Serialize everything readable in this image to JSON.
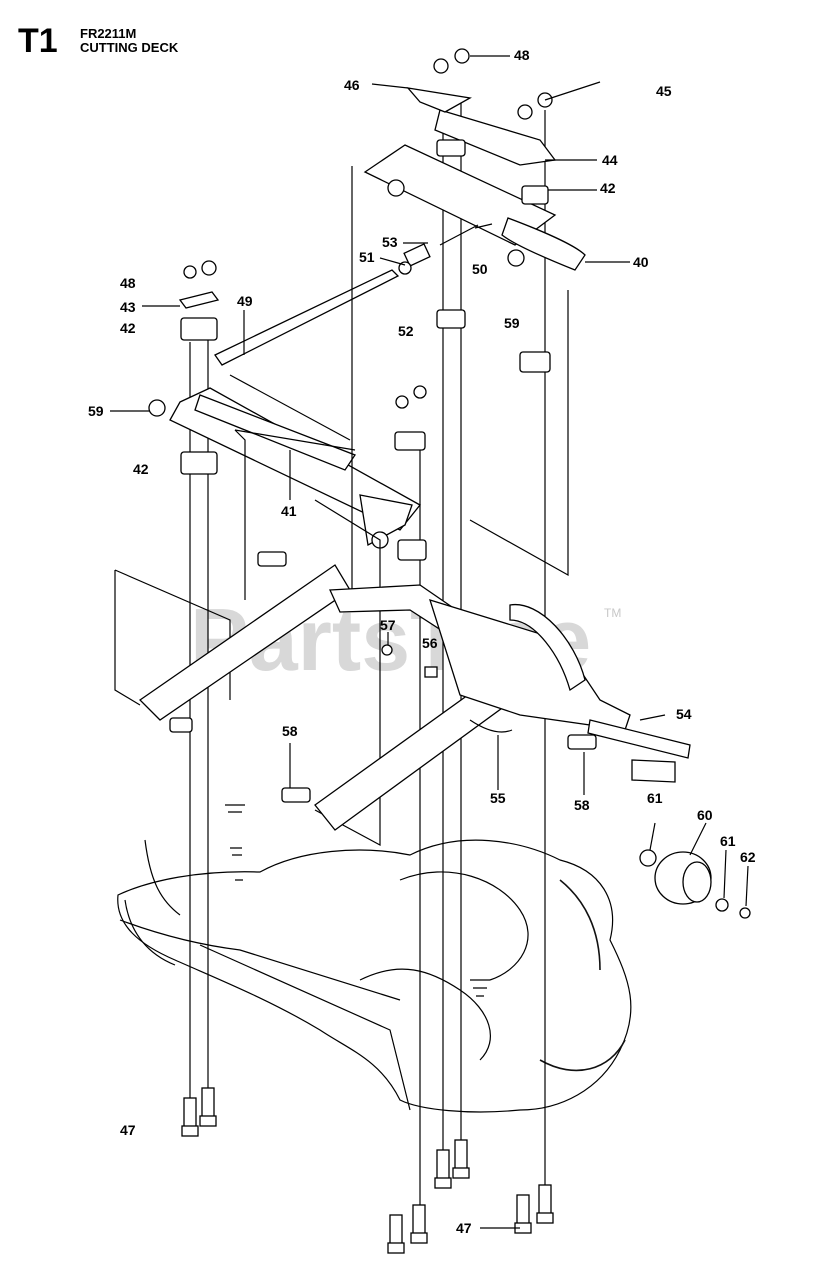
{
  "header": {
    "section_code": "T1",
    "model": "FR2211M",
    "title": "CUTTING DECK"
  },
  "watermark": {
    "text": "PartsTree",
    "trademark": "TM"
  },
  "callouts": [
    {
      "id": "48",
      "label": "48"
    },
    {
      "id": "46",
      "label": "46"
    },
    {
      "id": "45",
      "label": "45"
    },
    {
      "id": "44",
      "label": "44"
    },
    {
      "id": "42a",
      "label": "42"
    },
    {
      "id": "53",
      "label": "53"
    },
    {
      "id": "51",
      "label": "51"
    },
    {
      "id": "50",
      "label": "50"
    },
    {
      "id": "40",
      "label": "40"
    },
    {
      "id": "48b",
      "label": "48"
    },
    {
      "id": "43",
      "label": "43"
    },
    {
      "id": "42b",
      "label": "42"
    },
    {
      "id": "49",
      "label": "49"
    },
    {
      "id": "52",
      "label": "52"
    },
    {
      "id": "59a",
      "label": "59"
    },
    {
      "id": "59b",
      "label": "59"
    },
    {
      "id": "42c",
      "label": "42"
    },
    {
      "id": "41",
      "label": "41"
    },
    {
      "id": "57",
      "label": "57"
    },
    {
      "id": "56",
      "label": "56"
    },
    {
      "id": "54",
      "label": "54"
    },
    {
      "id": "58a",
      "label": "58"
    },
    {
      "id": "55",
      "label": "55"
    },
    {
      "id": "58b",
      "label": "58"
    },
    {
      "id": "61a",
      "label": "61"
    },
    {
      "id": "60",
      "label": "60"
    },
    {
      "id": "61b",
      "label": "61"
    },
    {
      "id": "62",
      "label": "62"
    },
    {
      "id": "47a",
      "label": "47"
    },
    {
      "id": "47b",
      "label": "47"
    }
  ]
}
